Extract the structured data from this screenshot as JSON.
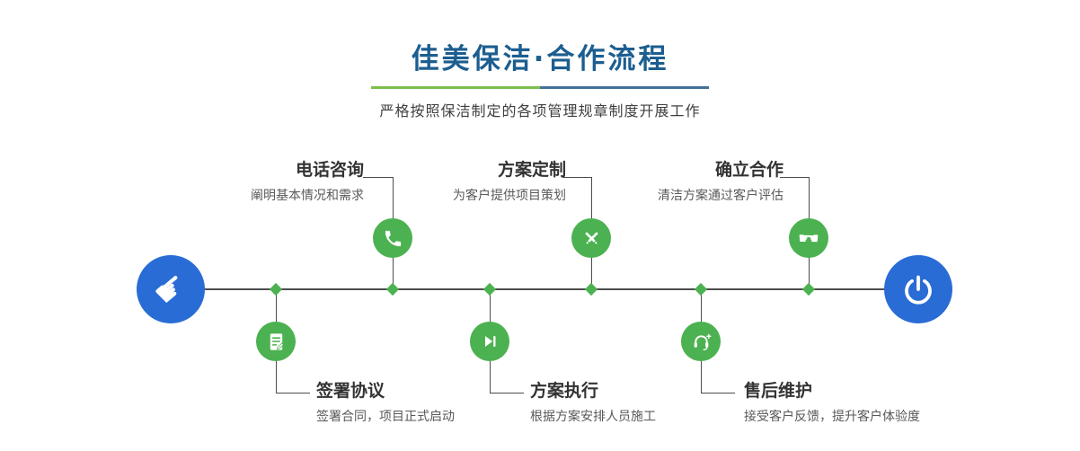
{
  "header": {
    "title": "佳美保洁·合作流程",
    "subtitle": "严格按照保洁制定的各项管理规章制度开展工作"
  },
  "colors": {
    "title_blue": "#1c5e90",
    "accent_green": "#4cb151",
    "accent_blue": "#2a6cd5",
    "divider_green": "#7cbf4b",
    "divider_blue": "#44719b",
    "line_gray": "#4d4d4d"
  },
  "timeline": {
    "start_icon": "hand-pointing-icon",
    "end_icon": "power-icon"
  },
  "steps_top": [
    {
      "title": "电话咨询",
      "desc": "阐明基本情况和需求",
      "icon": "phone-icon"
    },
    {
      "title": "方案定制",
      "desc": "为客户提供项目策划",
      "icon": "design-icon"
    },
    {
      "title": "确立合作",
      "desc": "清洁方案通过客户评估",
      "icon": "handshake-icon"
    }
  ],
  "steps_bottom": [
    {
      "title": "签署协议",
      "desc": "签署合同，项目正式启动",
      "icon": "contract-icon"
    },
    {
      "title": "方案执行",
      "desc": "根据方案安排人员施工",
      "icon": "execute-icon"
    },
    {
      "title": "售后维护",
      "desc": "接受客户反馈，提升客户体验度",
      "icon": "aftersale-icon"
    }
  ]
}
